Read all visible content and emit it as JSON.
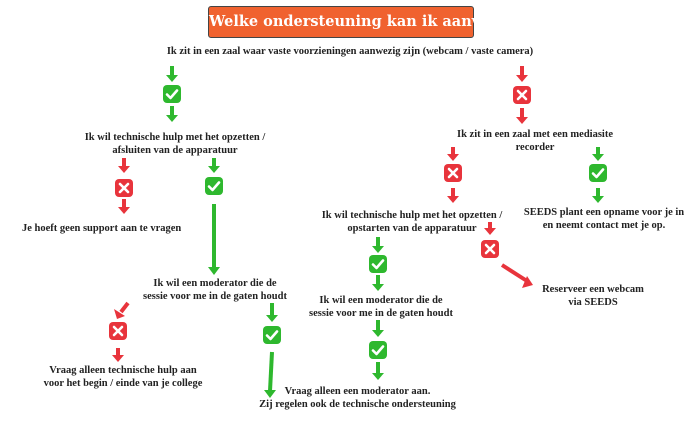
{
  "title": "Welke ondersteuning kan ik aanvragen?",
  "nodes": {
    "n1": "Ik zit in een zaal waar vaste voorzieningen aanwezig zijn (webcam / vaste camera)",
    "n2_line1": "Ik wil technische hulp met het opzetten /",
    "n2_line2": "afsluiten van de apparatuur",
    "n3": "Je hoeft geen support aan te vragen",
    "n4_line1": "Ik wil een moderator die de",
    "n4_line2": "sessie voor me in de gaten houdt",
    "n5_line1": "Vraag alleen technische hulp aan",
    "n5_line2": "voor het begin / einde van je college",
    "n6_line1": "Vraag alleen een moderator aan.",
    "n6_line2": "Zij regelen ook de technische ondersteuning",
    "n7_line1": "Ik zit in een zaal met een mediasite",
    "n7_line2": "recorder",
    "n8_line1": "SEEDS plant een opname voor je in",
    "n8_line2": "en neemt contact met je op.",
    "n9_line1": "Ik wil technische hulp met het opzetten /",
    "n9_line2": "opstarten van de apparatuur",
    "n10_line1": "Ik wil een moderator die de",
    "n10_line2": "sessie voor me in de gaten houdt",
    "n11_line1": "Reserveer een webcam",
    "n11_line2": "via SEEDS"
  },
  "colors": {
    "title_bg": "#f0622f",
    "yes": "#2eb82e",
    "no": "#e8343c",
    "text": "#222222"
  },
  "icons": {
    "yes": "check-icon",
    "no": "cross-icon"
  }
}
